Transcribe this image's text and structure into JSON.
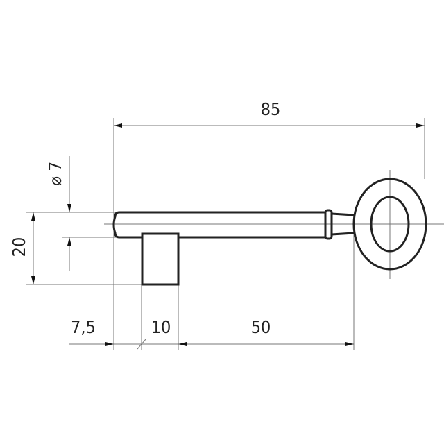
{
  "drawing": {
    "subject": "key",
    "dimensions": {
      "overall_length": "85",
      "shaft_diameter": "⌀ 7",
      "bit_height": "20",
      "tip_to_bit": "7,5",
      "bit_width": "10",
      "bit_to_bow": "50"
    },
    "colors": {
      "line": "#222222",
      "dimension_line": "#777777",
      "background": "#ffffff"
    }
  }
}
